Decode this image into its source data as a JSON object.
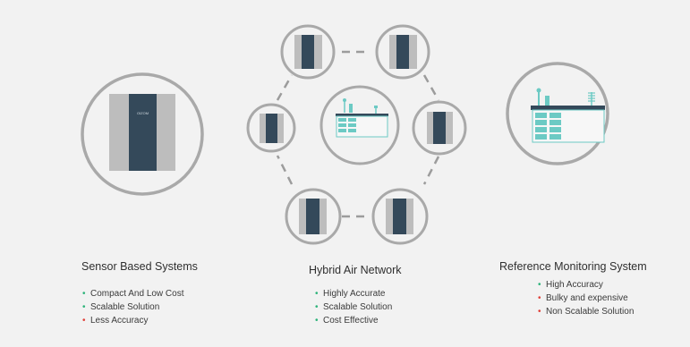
{
  "colors": {
    "background": "#f2f2f2",
    "circle_stroke": "#a9a9a9",
    "device_body": "#34495a",
    "device_side": "#bdbdbd",
    "station_teal": "#6ccac4",
    "good_bullet": "#2db37a",
    "bad_bullet": "#e0413a"
  },
  "devices": {
    "brand_label": "OIZOM"
  },
  "columns": [
    {
      "title": "Sensor Based Systems",
      "points": [
        {
          "text": "Compact And Low Cost",
          "status": "good"
        },
        {
          "text": "Scalable Solution",
          "status": "good"
        },
        {
          "text": "Less Accuracy",
          "status": "bad"
        }
      ]
    },
    {
      "title": "Hybrid Air Network",
      "points": [
        {
          "text": "Highly Accurate",
          "status": "good"
        },
        {
          "text": "Scalable Solution",
          "status": "good"
        },
        {
          "text": "Cost Effective",
          "status": "good"
        }
      ]
    },
    {
      "title": "Reference Monitoring System",
      "points": [
        {
          "text": "High Accuracy",
          "status": "good"
        },
        {
          "text": "Bulky and expensive",
          "status": "bad"
        },
        {
          "text": "Non Scalable Solution",
          "status": "bad"
        }
      ]
    }
  ],
  "icons": {
    "sensor_device": "sensor-device-icon",
    "reference_station": "reference-station-icon",
    "bullet": "bullet-dot-icon"
  }
}
